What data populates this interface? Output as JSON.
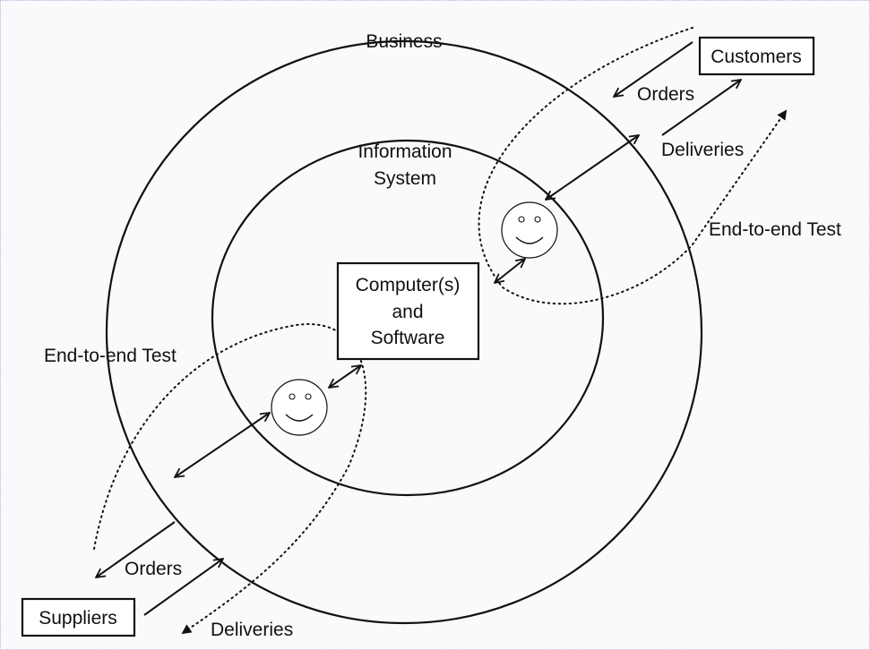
{
  "diagram": {
    "rings": {
      "outer": "Business",
      "inner_line1": "Information",
      "inner_line2": "System"
    },
    "core": {
      "line1": "Computer(s)",
      "line2": "and",
      "line3": "Software"
    },
    "customers": {
      "box": "Customers",
      "orders": "Orders",
      "deliveries": "Deliveries",
      "test": "End-to-end Test"
    },
    "suppliers": {
      "box": "Suppliers",
      "orders": "Orders",
      "deliveries": "Deliveries",
      "test": "End-to-end Test"
    },
    "icons": [
      "smiley-icon",
      "smiley-icon"
    ],
    "colors": {
      "background": "#faf9fb",
      "ink": "#111111",
      "border": "#c9a9d9"
    }
  }
}
